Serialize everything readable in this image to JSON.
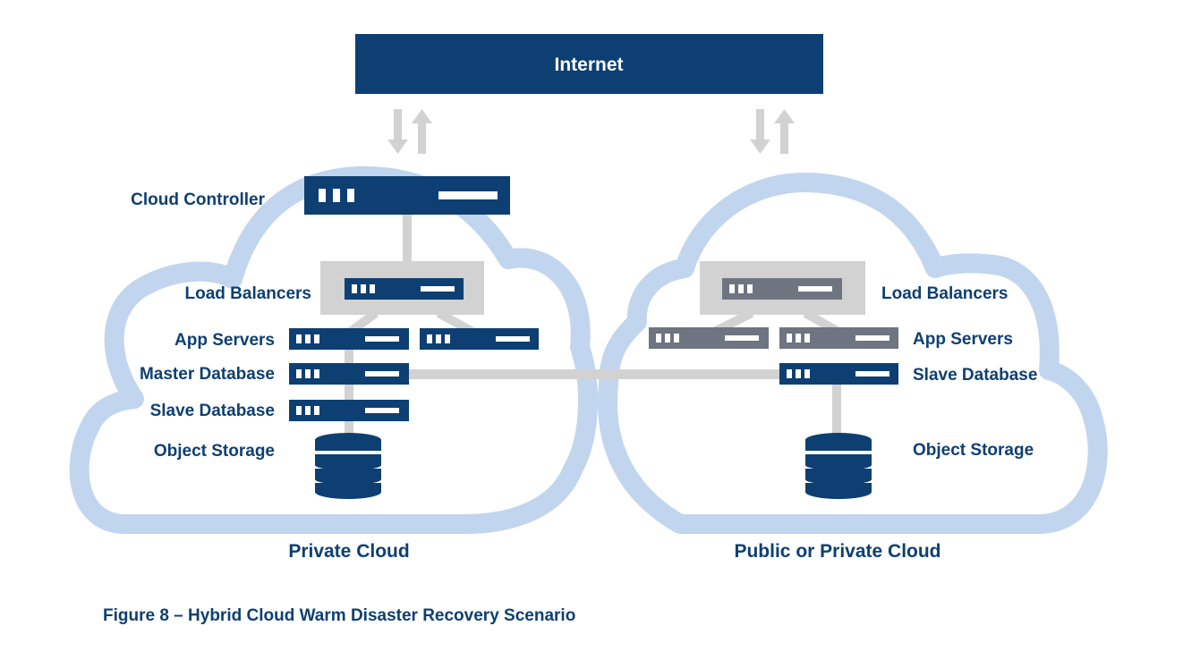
{
  "colors": {
    "navy": "#0e3f72",
    "gray_server": "#6e7480",
    "light_gray": "#d2d2d2",
    "cloud_blue": "#c2d5ee",
    "white": "#ffffff"
  },
  "internet": {
    "label": "Internet"
  },
  "private_cloud": {
    "title": "Private Cloud",
    "labels": {
      "cloud_controller": "Cloud Controller",
      "load_balancers": "Load Balancers",
      "app_servers": "App Servers",
      "master_database": "Master Database",
      "slave_database": "Slave Database",
      "object_storage": "Object Storage"
    }
  },
  "public_cloud": {
    "title": "Public or Private Cloud",
    "labels": {
      "load_balancers": "Load Balancers",
      "app_servers": "App Servers",
      "slave_database": "Slave Database",
      "object_storage": "Object Storage"
    }
  },
  "caption": "Figure 8 – Hybrid Cloud Warm Disaster Recovery Scenario"
}
